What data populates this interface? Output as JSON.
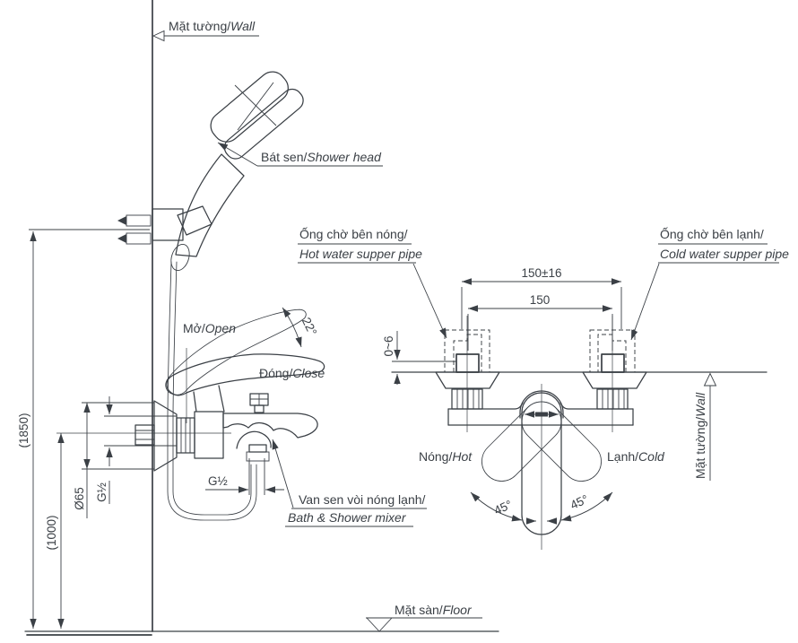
{
  "drawing": {
    "labels": {
      "wall_left": {
        "vi": "Mặt tường/",
        "en": "Wall"
      },
      "shower_head": {
        "vi": "Bát sen/",
        "en": "Shower head"
      },
      "open": {
        "vi": "Mở/",
        "en": "Open"
      },
      "close": {
        "vi": "Đóng/",
        "en": "Close"
      },
      "mixer": {
        "vi": "Van sen vòi nóng lạnh/",
        "en": "Bath & Shower mixer"
      },
      "hot_supply_pipe": {
        "vi": "Ống chờ bên nóng/",
        "en": "Hot water supper pipe"
      },
      "cold_supply_pipe": {
        "vi": "Ống chờ bên lạnh/",
        "en": "Cold water supper pipe"
      },
      "hot": {
        "vi": "Nóng/",
        "en": "Hot"
      },
      "cold": {
        "vi": "Lạnh/",
        "en": "Cold"
      },
      "wall_right": {
        "vi": "Mặt tường/",
        "en": "Wall"
      },
      "floor": {
        "vi": "Mặt sàn/",
        "en": "Floor"
      }
    },
    "dimensions": {
      "shower_height": "(1850)",
      "mixer_height": "(1000)",
      "escutcheon_diameter": "Ø65",
      "hose_connection_thread": "G½",
      "spout_outlet_thread": "G½",
      "supply_spacing_tolerance": "150±16",
      "supply_spacing": "150",
      "pipe_protrusion": "0~6",
      "lever_open_angle": "22°",
      "lever_swing_left": "45°",
      "lever_swing_right": "45°"
    },
    "colors": {
      "line": "#3b4046",
      "background": "#ffffff"
    }
  }
}
